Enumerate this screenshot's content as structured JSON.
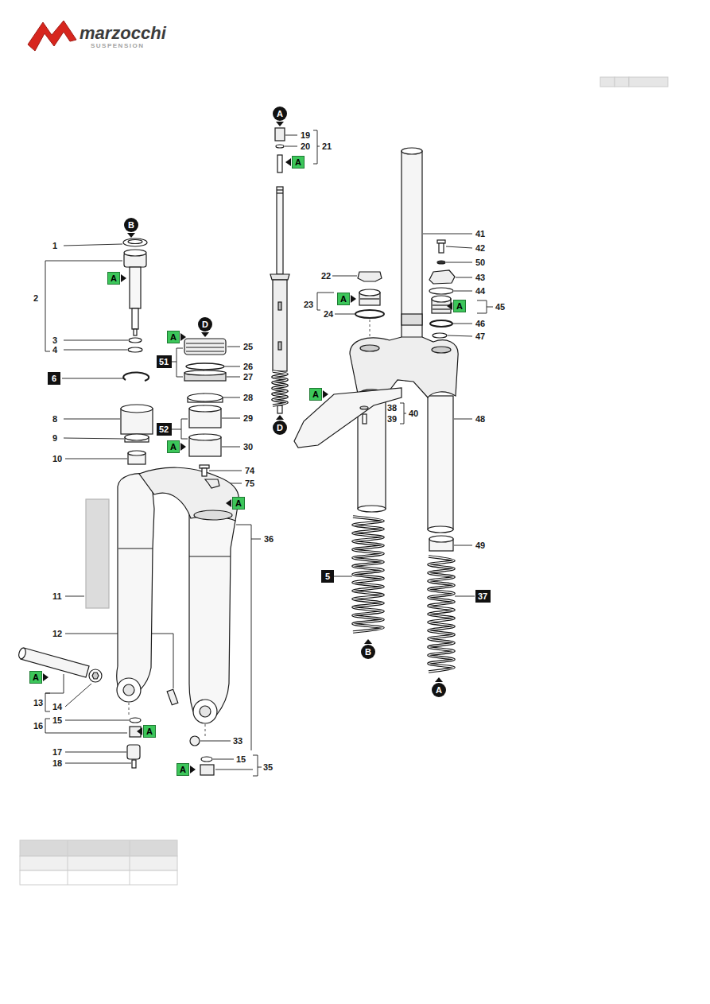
{
  "diagram": {
    "nodes": [
      {
        "text": [
          "A"
        ]
      },
      {
        "text": [
          "A"
        ]
      },
      {
        "text": [
          "B"
        ]
      },
      {
        "text": [
          "A"
        ]
      },
      {
        "text": [
          "A"
        ]
      },
      {
        "text": [
          "A"
        ]
      },
      {
        "text": [
          "D"
        ]
      },
      {
        "text": [
          "A"
        ]
      },
      {
        "text": [
          "51"
        ]
      },
      {
        "text": [
          "6"
        ]
      },
      {
        "text": [
          "A"
        ]
      },
      {
        "text": [
          "52"
        ]
      },
      {
        "text": [
          "D"
        ]
      },
      {
        "text": [
          "A"
        ]
      },
      {
        "text": [
          "A"
        ]
      },
      {
        "text": [
          "5"
        ]
      },
      {
        "text": [
          "37"
        ]
      },
      {
        "text": [
          "B"
        ]
      },
      {
        "text": [
          "A"
        ]
      },
      {
        "text": [
          "A"
        ]
      },
      {
        "text": [
          "A"
        ]
      },
      {
        "text": [
          "A"
        ]
      }
    ],
    "labels": [
      "marzocchi",
      "SUSPENSION",
      "1",
      "2",
      "3",
      "4",
      "8",
      "9",
      "10",
      "11",
      "12",
      "13",
      "14",
      "15",
      "16",
      "17",
      "18",
      "19",
      "20",
      "21",
      "25",
      "26",
      "27",
      "28",
      "29",
      "30",
      "74",
      "75",
      "36",
      "33",
      "15",
      "35",
      "22",
      "23",
      "24",
      "41",
      "42",
      "50",
      "43",
      "44",
      "45",
      "46",
      "47",
      "38",
      "39",
      "40",
      "48",
      "49"
    ]
  }
}
